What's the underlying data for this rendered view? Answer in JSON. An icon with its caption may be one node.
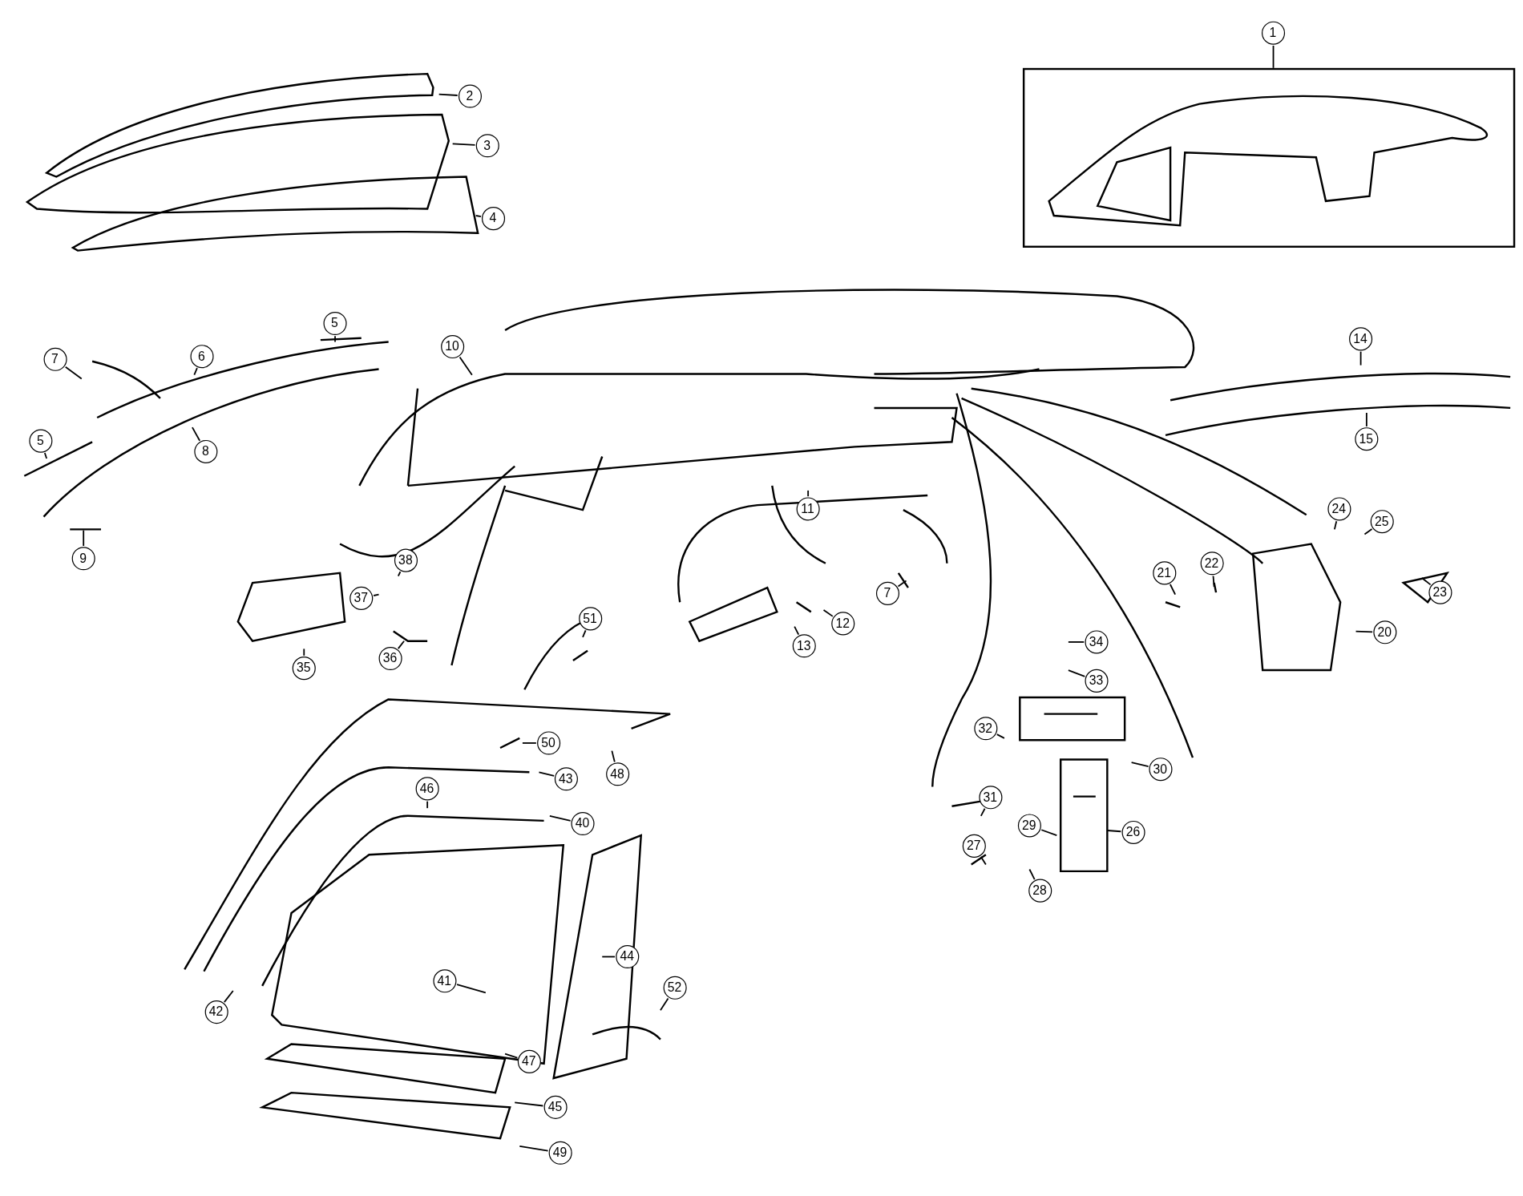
{
  "diagram": {
    "nodes": [
      {
        "text": [
          "1"
        ]
      },
      {
        "text": [],
        "shape": "box"
      },
      {
        "text": [
          "2"
        ]
      },
      {
        "text": [
          "3"
        ]
      },
      {
        "text": [
          "4"
        ]
      },
      {
        "text": [
          "5"
        ]
      },
      {
        "text": [
          "7"
        ]
      },
      {
        "text": [
          "6"
        ]
      },
      {
        "text": [
          "5"
        ]
      },
      {
        "text": [
          "8"
        ]
      },
      {
        "text": [
          "9"
        ]
      },
      {
        "text": [
          "10"
        ]
      },
      {
        "text": [
          "14"
        ]
      },
      {
        "text": [
          "15"
        ]
      },
      {
        "text": [
          "11"
        ]
      },
      {
        "text": [
          "7"
        ]
      },
      {
        "text": [
          "12"
        ]
      },
      {
        "text": [
          "13"
        ]
      },
      {
        "text": [
          "24"
        ]
      },
      {
        "text": [
          "25"
        ]
      },
      {
        "text": [
          "21"
        ]
      },
      {
        "text": [
          "22"
        ]
      },
      {
        "text": [
          "23"
        ]
      },
      {
        "text": [
          "20"
        ]
      },
      {
        "text": [
          "38"
        ]
      },
      {
        "text": [
          "37"
        ]
      },
      {
        "text": [
          "36"
        ]
      },
      {
        "text": [
          "35"
        ]
      },
      {
        "text": [
          "51"
        ]
      },
      {
        "text": [
          "34"
        ]
      },
      {
        "text": [
          "33"
        ]
      },
      {
        "text": [
          "50"
        ]
      },
      {
        "text": [
          "48"
        ]
      },
      {
        "text": [
          "43"
        ]
      },
      {
        "text": [
          "46"
        ]
      },
      {
        "text": [
          "32"
        ]
      },
      {
        "text": [
          "30"
        ]
      },
      {
        "text": [
          "40"
        ]
      },
      {
        "text": [
          "31"
        ]
      },
      {
        "text": [
          "26"
        ]
      },
      {
        "text": [
          "29"
        ]
      },
      {
        "text": [
          "27"
        ]
      },
      {
        "text": [
          "28"
        ]
      },
      {
        "text": [
          "44"
        ]
      },
      {
        "text": [
          "41"
        ]
      },
      {
        "text": [
          "52"
        ]
      },
      {
        "text": [
          "42"
        ]
      },
      {
        "text": [
          "47"
        ]
      },
      {
        "text": [
          "45"
        ]
      },
      {
        "text": [
          "49"
        ]
      }
    ],
    "edges": [
      {
        "from": 0,
        "to": 1,
        "arrow": "none"
      },
      {
        "from": 2,
        "to": null,
        "arrow": "none"
      },
      {
        "from": 3,
        "to": null,
        "arrow": "none"
      },
      {
        "from": 4,
        "to": null,
        "arrow": "none"
      },
      {
        "from": 5,
        "to": null,
        "arrow": "none"
      },
      {
        "from": 6,
        "to": null,
        "arrow": "none"
      },
      {
        "from": 7,
        "to": null,
        "arrow": "none"
      },
      {
        "from": 8,
        "to": null,
        "arrow": "none"
      },
      {
        "from": 9,
        "to": null,
        "arrow": "none"
      },
      {
        "from": 10,
        "to": null,
        "arrow": "none"
      },
      {
        "from": 11,
        "to": null,
        "arrow": "none"
      },
      {
        "from": 12,
        "to": null,
        "arrow": "none"
      },
      {
        "from": 13,
        "to": null,
        "arrow": "none"
      },
      {
        "from": 14,
        "to": null,
        "arrow": "none"
      },
      {
        "from": 15,
        "to": null,
        "arrow": "none"
      },
      {
        "from": 16,
        "to": null,
        "arrow": "none"
      },
      {
        "from": 17,
        "to": null,
        "arrow": "none"
      },
      {
        "from": 18,
        "to": null,
        "arrow": "none"
      },
      {
        "from": 19,
        "to": null,
        "arrow": "none"
      },
      {
        "from": 20,
        "to": null,
        "arrow": "none"
      },
      {
        "from": 21,
        "to": null,
        "arrow": "none"
      },
      {
        "from": 22,
        "to": null,
        "arrow": "none"
      },
      {
        "from": 23,
        "to": null,
        "arrow": "none"
      },
      {
        "from": 24,
        "to": null,
        "arrow": "none"
      },
      {
        "from": 25,
        "to": null,
        "arrow": "none"
      },
      {
        "from": 26,
        "to": null,
        "arrow": "none"
      },
      {
        "from": 27,
        "to": null,
        "arrow": "none"
      },
      {
        "from": 28,
        "to": null,
        "arrow": "none"
      },
      {
        "from": 29,
        "to": null,
        "arrow": "none"
      },
      {
        "from": 30,
        "to": null,
        "arrow": "none"
      },
      {
        "from": 31,
        "to": null,
        "arrow": "none"
      },
      {
        "from": 32,
        "to": null,
        "arrow": "none"
      },
      {
        "from": 33,
        "to": null,
        "arrow": "none"
      },
      {
        "from": 34,
        "to": null,
        "arrow": "none"
      },
      {
        "from": 35,
        "to": null,
        "arrow": "none"
      },
      {
        "from": 36,
        "to": null,
        "arrow": "none"
      },
      {
        "from": 37,
        "to": null,
        "arrow": "none"
      },
      {
        "from": 38,
        "to": null,
        "arrow": "none"
      },
      {
        "from": 39,
        "to": null,
        "arrow": "none"
      },
      {
        "from": 40,
        "to": null,
        "arrow": "none"
      },
      {
        "from": 41,
        "to": null,
        "arrow": "none"
      },
      {
        "from": 42,
        "to": null,
        "arrow": "none"
      },
      {
        "from": 43,
        "to": null,
        "arrow": "none"
      },
      {
        "from": 44,
        "to": null,
        "arrow": "none"
      },
      {
        "from": 45,
        "to": null,
        "arrow": "none"
      },
      {
        "from": 46,
        "to": null,
        "arrow": "none"
      },
      {
        "from": 47,
        "to": null,
        "arrow": "none"
      },
      {
        "from": 48,
        "to": null,
        "arrow": "none"
      },
      {
        "from": 49,
        "to": null,
        "arrow": "none"
      }
    ]
  }
}
